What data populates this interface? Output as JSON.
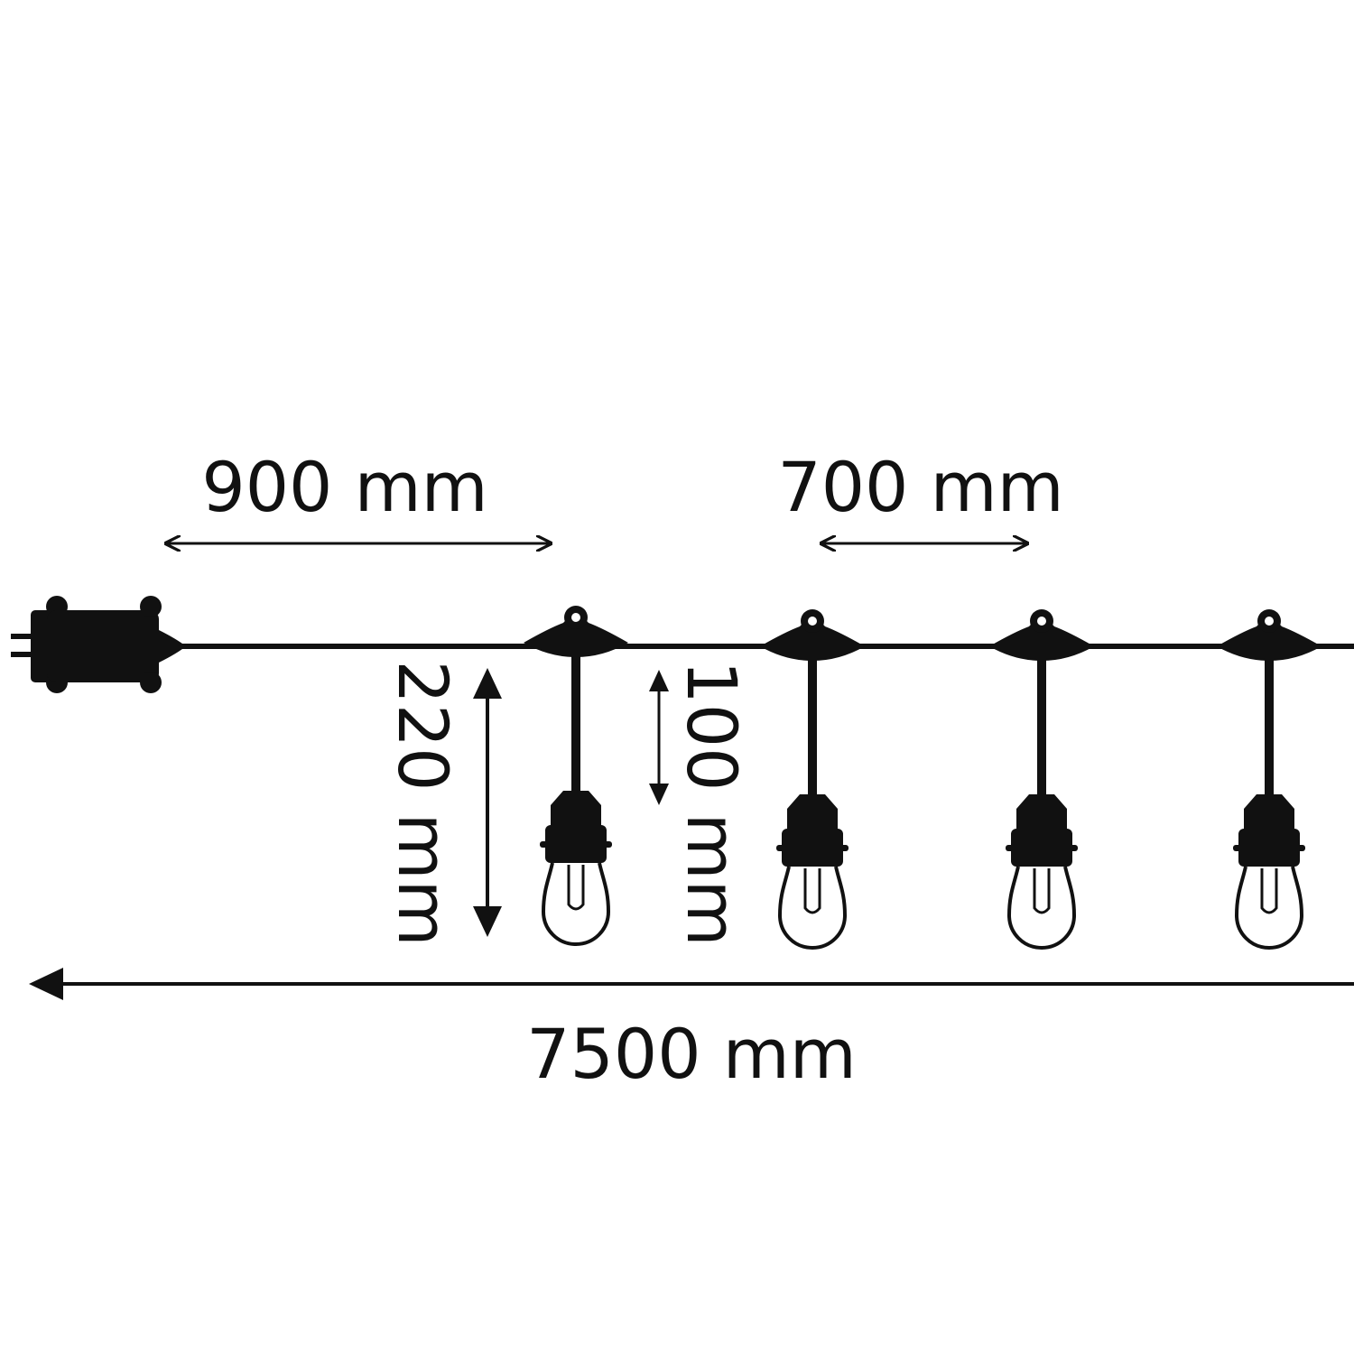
{
  "dimensions": {
    "lead_length": "900 mm",
    "bulb_spacing": "700 mm",
    "pendant_drop": "220 mm",
    "cord_length": "100 mm",
    "total_length": "7500 mm"
  },
  "colors": {
    "ink": "#111111",
    "background": "#ffffff"
  },
  "icons": {
    "plug": "plug-connector-icon",
    "bulb": "hanging-bulb-icon"
  }
}
